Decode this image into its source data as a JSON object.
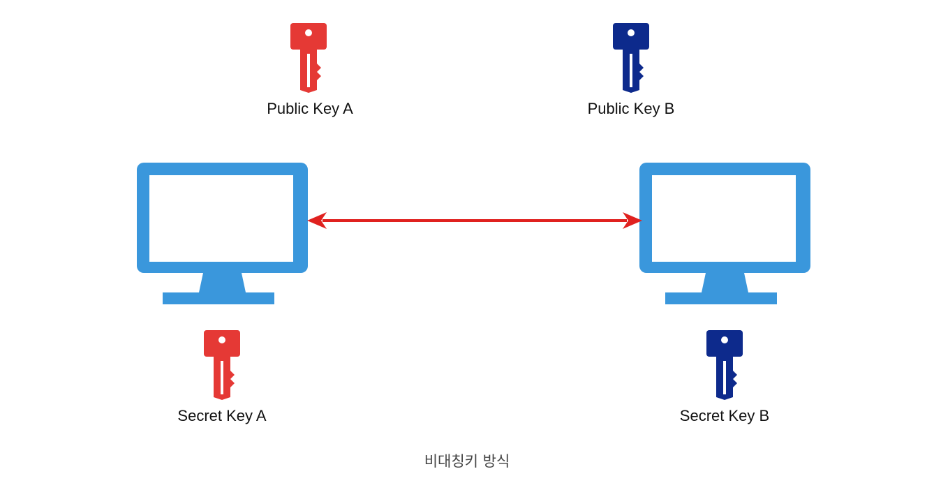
{
  "diagram": {
    "public_key_a": {
      "label": "Public Key A",
      "color": "#e53935",
      "icon": "key-icon"
    },
    "public_key_b": {
      "label": "Public Key B",
      "color": "#0d2a8c",
      "icon": "key-icon"
    },
    "secret_key_a": {
      "label": "Secret Key A",
      "color": "#e53935",
      "icon": "key-icon"
    },
    "secret_key_b": {
      "label": "Secret Key B",
      "color": "#0d2a8c",
      "icon": "key-icon"
    },
    "computer_a": {
      "icon": "monitor-icon",
      "color": "#3a97dc"
    },
    "computer_b": {
      "icon": "monitor-icon",
      "color": "#3a97dc"
    },
    "connection": {
      "type": "bidirectional-arrow",
      "color": "#e0211f"
    }
  },
  "caption": "비대칭키 방식"
}
